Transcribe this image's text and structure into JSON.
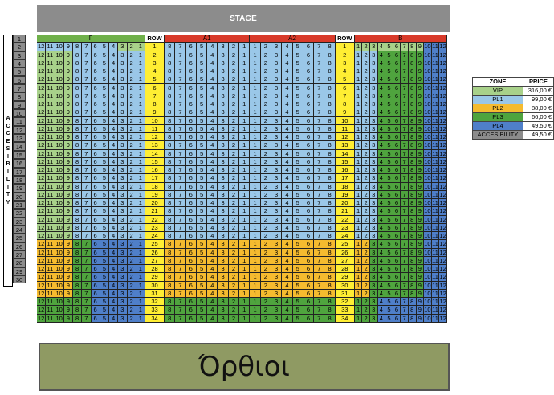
{
  "stage_label": "STAGE",
  "accessibility_letters": [
    "A",
    "C",
    "C",
    "E",
    "S",
    "I",
    "B",
    "I",
    "L",
    "I",
    "T",
    "Y"
  ],
  "outer_rows": [
    "1",
    "2",
    "3",
    "4",
    "5",
    "6",
    "7",
    "8",
    "9",
    "10",
    "11",
    "12",
    "13",
    "14",
    "15",
    "16",
    "17",
    "18",
    "19",
    "20",
    "21",
    "22",
    "23",
    "24",
    "25",
    "26",
    "27",
    "28",
    "29",
    "30"
  ],
  "sections": {
    "gamma": {
      "label": "Γ",
      "seats": [
        "12",
        "11",
        "10",
        "9",
        "8",
        "7",
        "6",
        "5",
        "4",
        "3",
        "2",
        "1"
      ]
    },
    "row_header": "ROW",
    "a1": {
      "label": "A1",
      "seats": [
        "8",
        "7",
        "6",
        "5",
        "4",
        "3",
        "2",
        "1"
      ]
    },
    "a2": {
      "label": "A2",
      "seats": [
        "1",
        "2",
        "3",
        "4",
        "5",
        "6",
        "7",
        "8"
      ]
    },
    "b": {
      "label": "B",
      "seats": [
        "1",
        "2",
        "3",
        "4",
        "5",
        "6",
        "7",
        "8",
        "9",
        "10",
        "11",
        "12"
      ]
    }
  },
  "row_count": 34,
  "floor_label": "Όρθιοι",
  "legend": {
    "zone_header": "ZONE",
    "price_header": "PRICE",
    "items": [
      {
        "zone": "VIP",
        "price": "316,00 €",
        "color": "#a8d18a"
      },
      {
        "zone": "PL1",
        "price": "99,00 €",
        "color": "#9ac7e8"
      },
      {
        "zone": "PL2",
        "price": "88,00 €",
        "color": "#f5bb2f"
      },
      {
        "zone": "PL3",
        "price": "66,00 €",
        "color": "#4fa43e"
      },
      {
        "zone": "PL4",
        "price": "49,50 €",
        "color": "#4f7fc9"
      },
      {
        "zone": "ACCESIBILITY",
        "price": "49,50 €",
        "color": "#8c8c8c"
      }
    ]
  }
}
